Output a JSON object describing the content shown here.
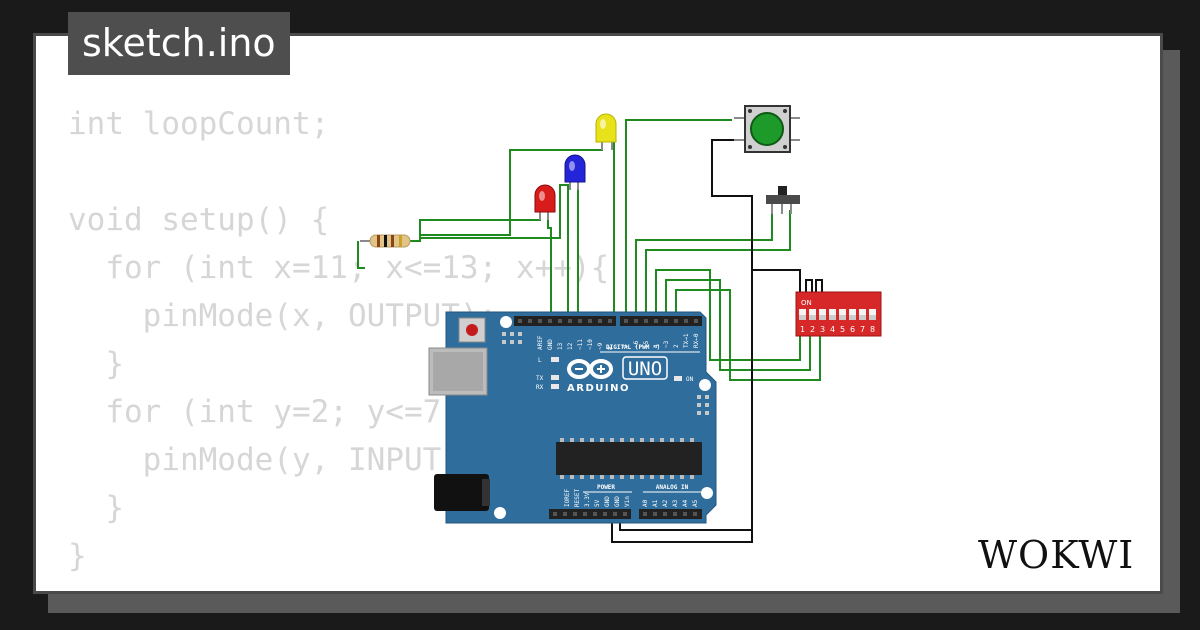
{
  "title": "sketch.ino",
  "code_lines": [
    "int loopCount;",
    "",
    "void setup() {",
    "  for (int x=11; x<=13; x++){",
    "    pinMode(x, OUTPUT);",
    "  }",
    "  for (int y=2; y<=7; y++){",
    "    pinMode(y, INPUT);",
    "  }",
    "}"
  ],
  "brand": "WOKWI",
  "board": {
    "name": "UNO",
    "brand": "ARDUINO",
    "digital_header": "DIGITAL (PWM ~)",
    "on_label": "ON",
    "power_label": "POWER",
    "analog_label": "ANALOG IN",
    "led_labels": [
      "L",
      "TX",
      "RX"
    ],
    "digital_pins": [
      "AREF",
      "GND",
      "13",
      "12",
      "~11",
      "~10",
      "~9",
      "8",
      "7",
      "~6",
      "~5",
      "4",
      "~3",
      "2",
      "TX→1",
      "RX←0"
    ],
    "power_pins": [
      "IOREF",
      "RESET",
      "3.3V",
      "5V",
      "GND",
      "GND",
      "Vin"
    ],
    "analog_pins": [
      "A0",
      "A1",
      "A2",
      "A3",
      "A4",
      "A5"
    ]
  },
  "dip_switch": {
    "on_label": "ON",
    "numbers": [
      "1",
      "2",
      "3",
      "4",
      "5",
      "6",
      "7",
      "8"
    ]
  },
  "colors": {
    "background": "#1a1a1a",
    "card": "#ffffff",
    "tab": "#4e4e4e",
    "code_text": "#d6d6d6",
    "board": "#2f6d9c",
    "wire_green": "#1f8a1f",
    "wire_black": "#111111",
    "led_yellow": "#e8e21a",
    "led_blue": "#2424d8",
    "led_red": "#d81c1c",
    "button": "#1e9a2a",
    "dip": "#d62828"
  },
  "icons": [
    "arduino-infinity-logo-icon",
    "usb-port-icon",
    "power-jack-icon",
    "reset-button-icon"
  ]
}
